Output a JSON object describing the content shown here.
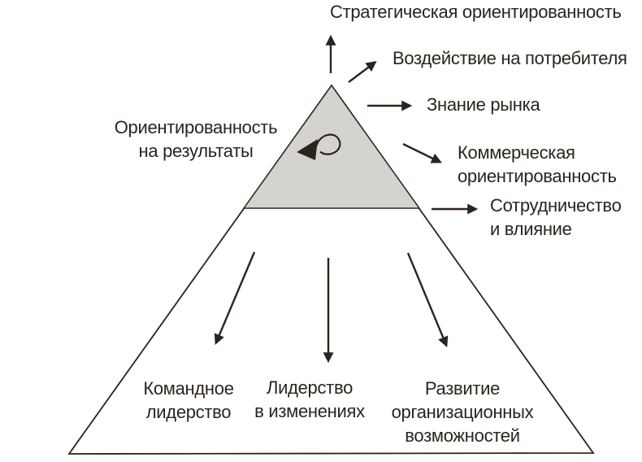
{
  "colors": {
    "ink": "#2b241c",
    "gray": "#d5d3d0",
    "background": "#ffffff"
  },
  "labels": {
    "strategic": "Стратегическая ориентированность",
    "consumer": "Воздействие на потребителя",
    "market": "Знание рынка",
    "commercial": "Коммерческая\nориентированность",
    "cooperation": "Сотрудничество\nи влияние",
    "results": "Ориентированность\nна результаты",
    "team": "Командное\nлидерство",
    "change": "Лидерство\nв изменениях",
    "org": "Развитие\nорганизационных\nвозможностей"
  }
}
